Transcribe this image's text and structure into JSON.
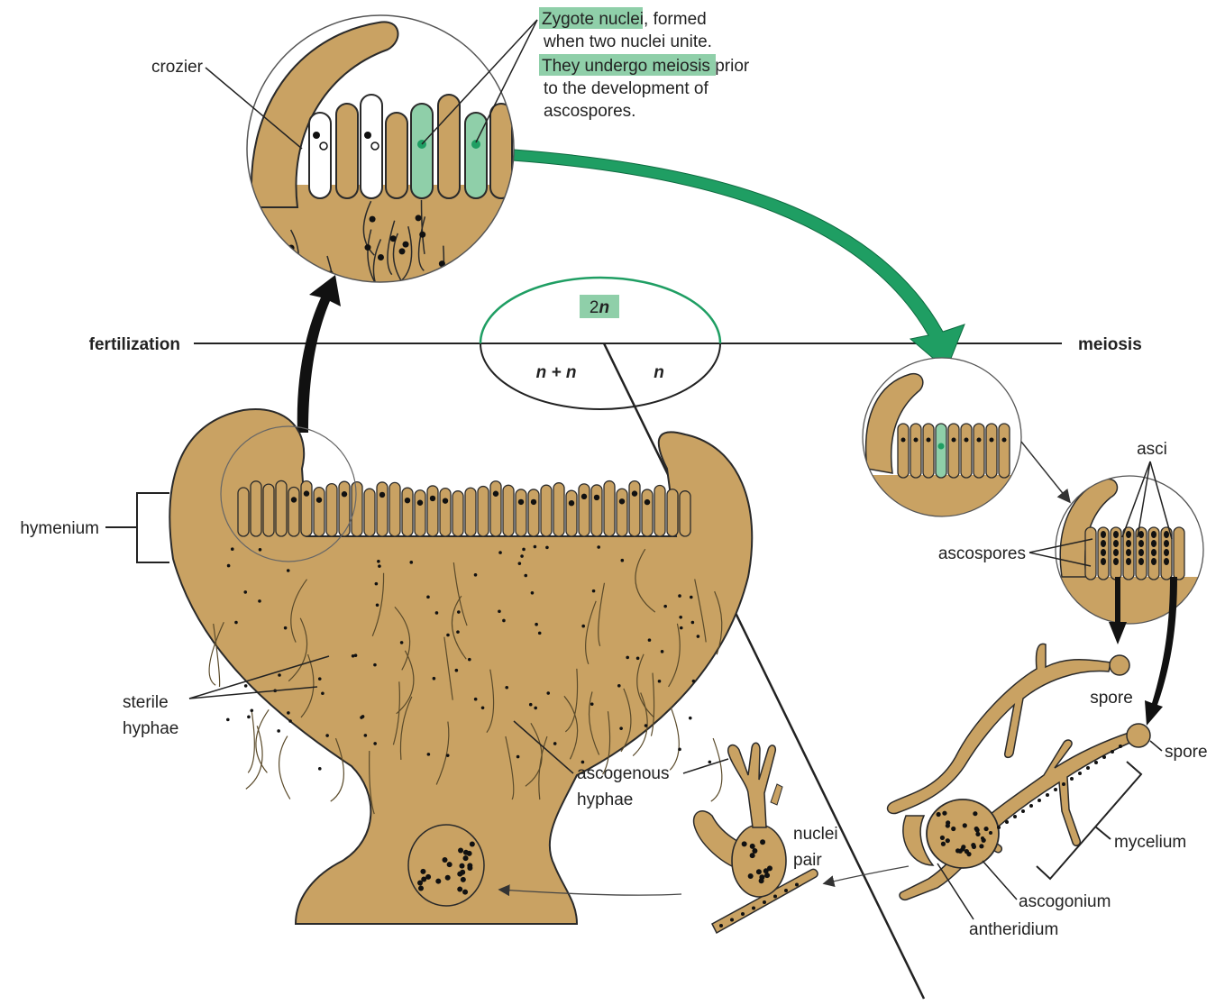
{
  "colors": {
    "tissue": "#c9a263",
    "outline": "#2a2a2a",
    "accent_green": "#8fcfa9",
    "arrow_green": "#1f9e63",
    "nucleus": "#111111"
  },
  "icons": [
    "crozier-cell",
    "ascus",
    "spore",
    "black-arrow",
    "green-arrow"
  ],
  "labels": {
    "fertilization": "fertilization",
    "meiosis": "meiosis",
    "diploid": "2n",
    "dikaryon": "n + n",
    "haploid": "n",
    "crozier": "crozier",
    "zygote_highlight": "Zygote nuclei,",
    "zygote_rest": " formed",
    "zygote_line2": "when two nuclei unite.",
    "meiosis_highlight": "They undergo meiosis",
    "meiosis_rest": " prior",
    "meiosis_line2": "to the development of",
    "meiosis_line3": "ascospores.",
    "hymenium": "hymenium",
    "sterile_1": "sterile",
    "sterile_2": "hyphae",
    "ascogenous_1": "ascogenous",
    "ascogenous_2": "hyphae",
    "nuclei_1": "nuclei",
    "nuclei_2": "pair",
    "asci": "asci",
    "ascospores": "ascospores",
    "spore_top": "spore",
    "spore_right": "spore",
    "mycelium": "mycelium",
    "ascogonium": "ascogonium",
    "antheridium": "antheridium"
  }
}
